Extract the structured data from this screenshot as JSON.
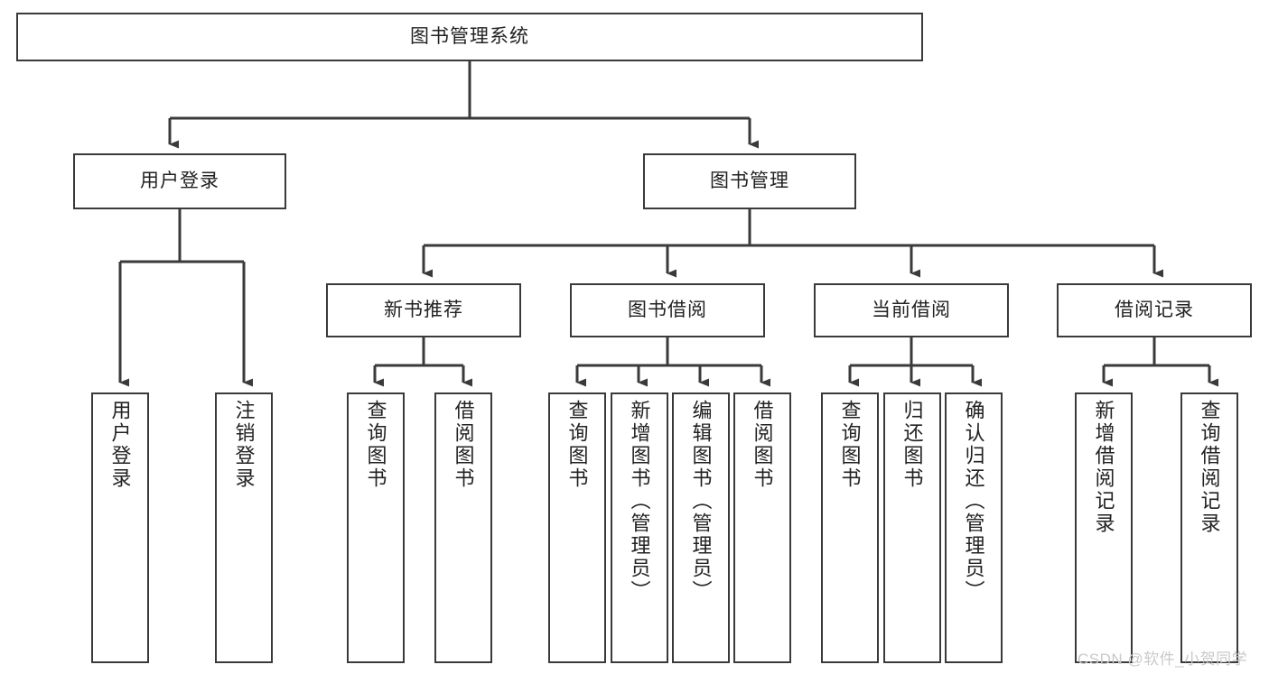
{
  "diagram": {
    "title": "图书管理系统",
    "type": "tree-hierarchy-chart",
    "orientation": "top-down",
    "style": {
      "box_border": "#3a3a3a",
      "box_fill": "#ffffff",
      "connector": "#3a3a3a",
      "text": "#222222",
      "background": "#ffffff",
      "watermark_color": "#c9c9c9"
    }
  },
  "watermark": {
    "text": "CSDN @软件_小贺同学"
  },
  "nodes": {
    "root": {
      "label": "图书管理系统"
    },
    "level2": [
      {
        "label": "用户登录"
      },
      {
        "label": "图书管理"
      }
    ],
    "level3": [
      {
        "label": "新书推荐"
      },
      {
        "label": "图书借阅"
      },
      {
        "label": "当前借阅"
      },
      {
        "label": "借阅记录"
      }
    ],
    "leaves": {
      "user_login": [
        {
          "label": "用户登录"
        },
        {
          "label": "注销登录"
        }
      ],
      "new_book_recommend": [
        {
          "label": "查询图书"
        },
        {
          "label": "借阅图书"
        }
      ],
      "book_borrow": [
        {
          "label": "查询图书"
        },
        {
          "label": "新增图书（管理员）"
        },
        {
          "label": "编辑图书（管理员）"
        },
        {
          "label": "借阅图书"
        }
      ],
      "current_borrow": [
        {
          "label": "查询图书"
        },
        {
          "label": "归还图书"
        },
        {
          "label": "确认归还（管理员）"
        }
      ],
      "borrow_record": [
        {
          "label": "新增借阅记录"
        },
        {
          "label": "查询借阅记录"
        }
      ]
    }
  }
}
